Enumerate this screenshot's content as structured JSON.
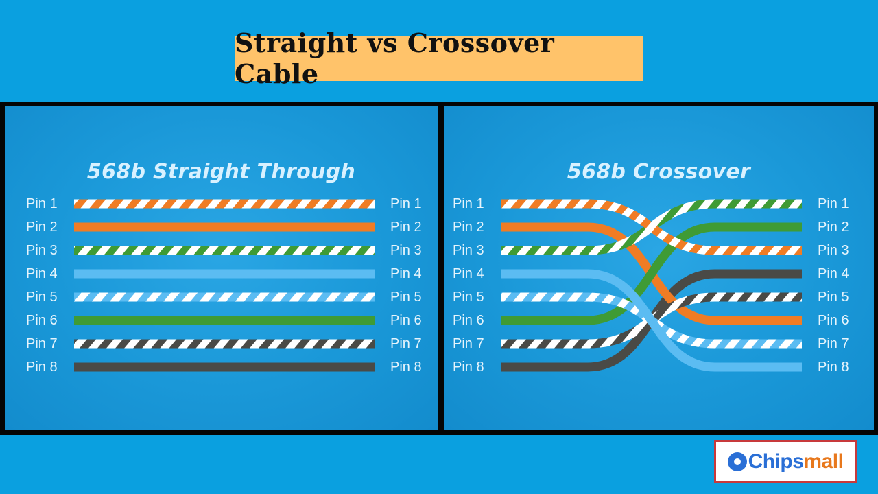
{
  "title": "Straight vs Crossover Cable",
  "colors": {
    "orange": "#f07c24",
    "green": "#3f9b35",
    "blue": "#5bbcf2",
    "brown": "#4a4a46",
    "white": "#ffffff",
    "title_bg": "#ffc36a",
    "background": "#0aa0e0"
  },
  "straight": {
    "title": "568b Straight Through",
    "pins_left": [
      "Pin 1",
      "Pin 2",
      "Pin 3",
      "Pin 4",
      "Pin 5",
      "Pin 6",
      "Pin 7",
      "Pin 8"
    ],
    "pins_right": [
      "Pin 1",
      "Pin 2",
      "Pin 3",
      "Pin 4",
      "Pin 5",
      "Pin 6",
      "Pin 7",
      "Pin 8"
    ],
    "wires": [
      {
        "color": "orange",
        "striped": true
      },
      {
        "color": "orange",
        "striped": false
      },
      {
        "color": "green",
        "striped": true
      },
      {
        "color": "blue",
        "striped": false
      },
      {
        "color": "blue",
        "striped": true
      },
      {
        "color": "green",
        "striped": false
      },
      {
        "color": "brown",
        "striped": true
      },
      {
        "color": "brown",
        "striped": false
      }
    ]
  },
  "crossover": {
    "title": "568b Crossover",
    "pins_left": [
      "Pin 1",
      "Pin 2",
      "Pin 3",
      "Pin 4",
      "Pin 5",
      "Pin 6",
      "Pin 7",
      "Pin 8"
    ],
    "pins_right": [
      "Pin 1",
      "Pin 2",
      "Pin 3",
      "Pin 4",
      "Pin 5",
      "Pin 6",
      "Pin 7",
      "Pin 8"
    ],
    "wires": [
      {
        "from": 1,
        "to": 3,
        "color": "orange",
        "striped": true
      },
      {
        "from": 2,
        "to": 6,
        "color": "orange",
        "striped": false
      },
      {
        "from": 3,
        "to": 1,
        "color": "green",
        "striped": true
      },
      {
        "from": 4,
        "to": 8,
        "color": "blue",
        "striped": false
      },
      {
        "from": 5,
        "to": 7,
        "color": "blue",
        "striped": true
      },
      {
        "from": 6,
        "to": 2,
        "color": "green",
        "striped": false
      },
      {
        "from": 7,
        "to": 5,
        "color": "brown",
        "striped": true
      },
      {
        "from": 8,
        "to": 4,
        "color": "brown",
        "striped": false
      }
    ]
  },
  "logo": {
    "text_part1": "Chips",
    "text_part2": "mall",
    "icon": "globe-circuit-icon"
  }
}
